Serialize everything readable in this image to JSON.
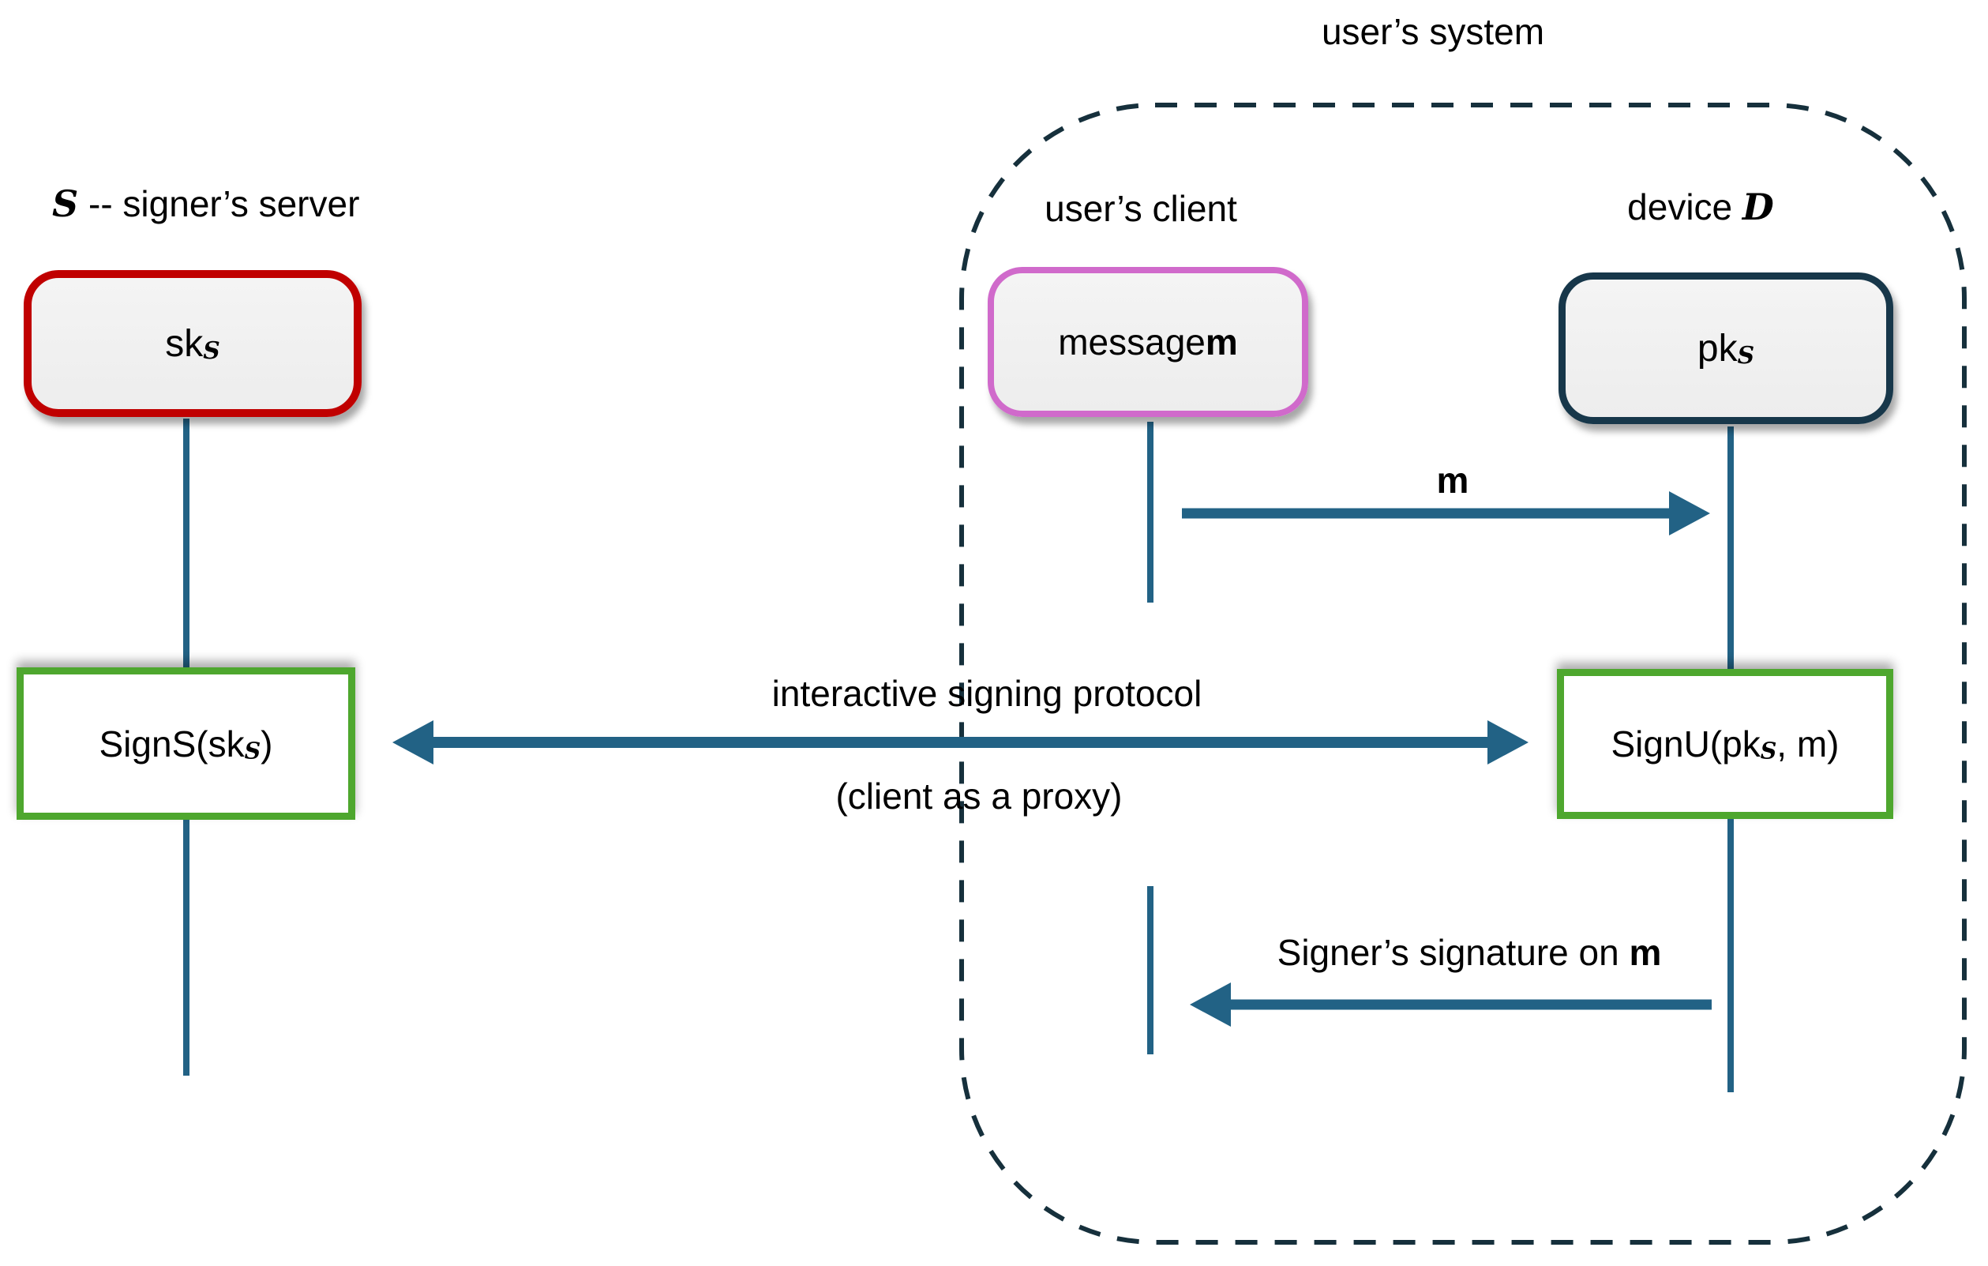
{
  "diagram": {
    "users_system_title": "user’s system",
    "server_label": {
      "script": "S",
      "rest": " -- signer’s server"
    },
    "users_client_label": "user’s client",
    "device_label": {
      "prefix": "device ",
      "script": "D"
    },
    "sk_box": {
      "text": "sk",
      "sub": "S"
    },
    "message_box": {
      "text": "message ",
      "bold": "m"
    },
    "pk_box": {
      "text": "pk",
      "sub": "S"
    },
    "sign_s_box": {
      "prefix": "SignS(sk",
      "sub": "S",
      "suffix": ")"
    },
    "sign_u_box": {
      "prefix": "SignU(pk",
      "sub": "S",
      "suffix": ", m)"
    },
    "m_arrow_label": "m",
    "protocol_label_line1": "interactive signing protocol",
    "protocol_label_line2": "(client as a proxy)",
    "signature_label": {
      "prefix": "Signer’s signature on ",
      "bold": "m"
    }
  },
  "colors": {
    "lifeline_arrow_teal": "#226285",
    "system_boundary_navy": "#16303C",
    "server_box_red": "#C00000",
    "sign_box_green": "#4EA72E",
    "message_box_pink": "#D06ACB",
    "device_box_navy": "#17374A",
    "box_fill_gray": "#F1F1F1"
  }
}
